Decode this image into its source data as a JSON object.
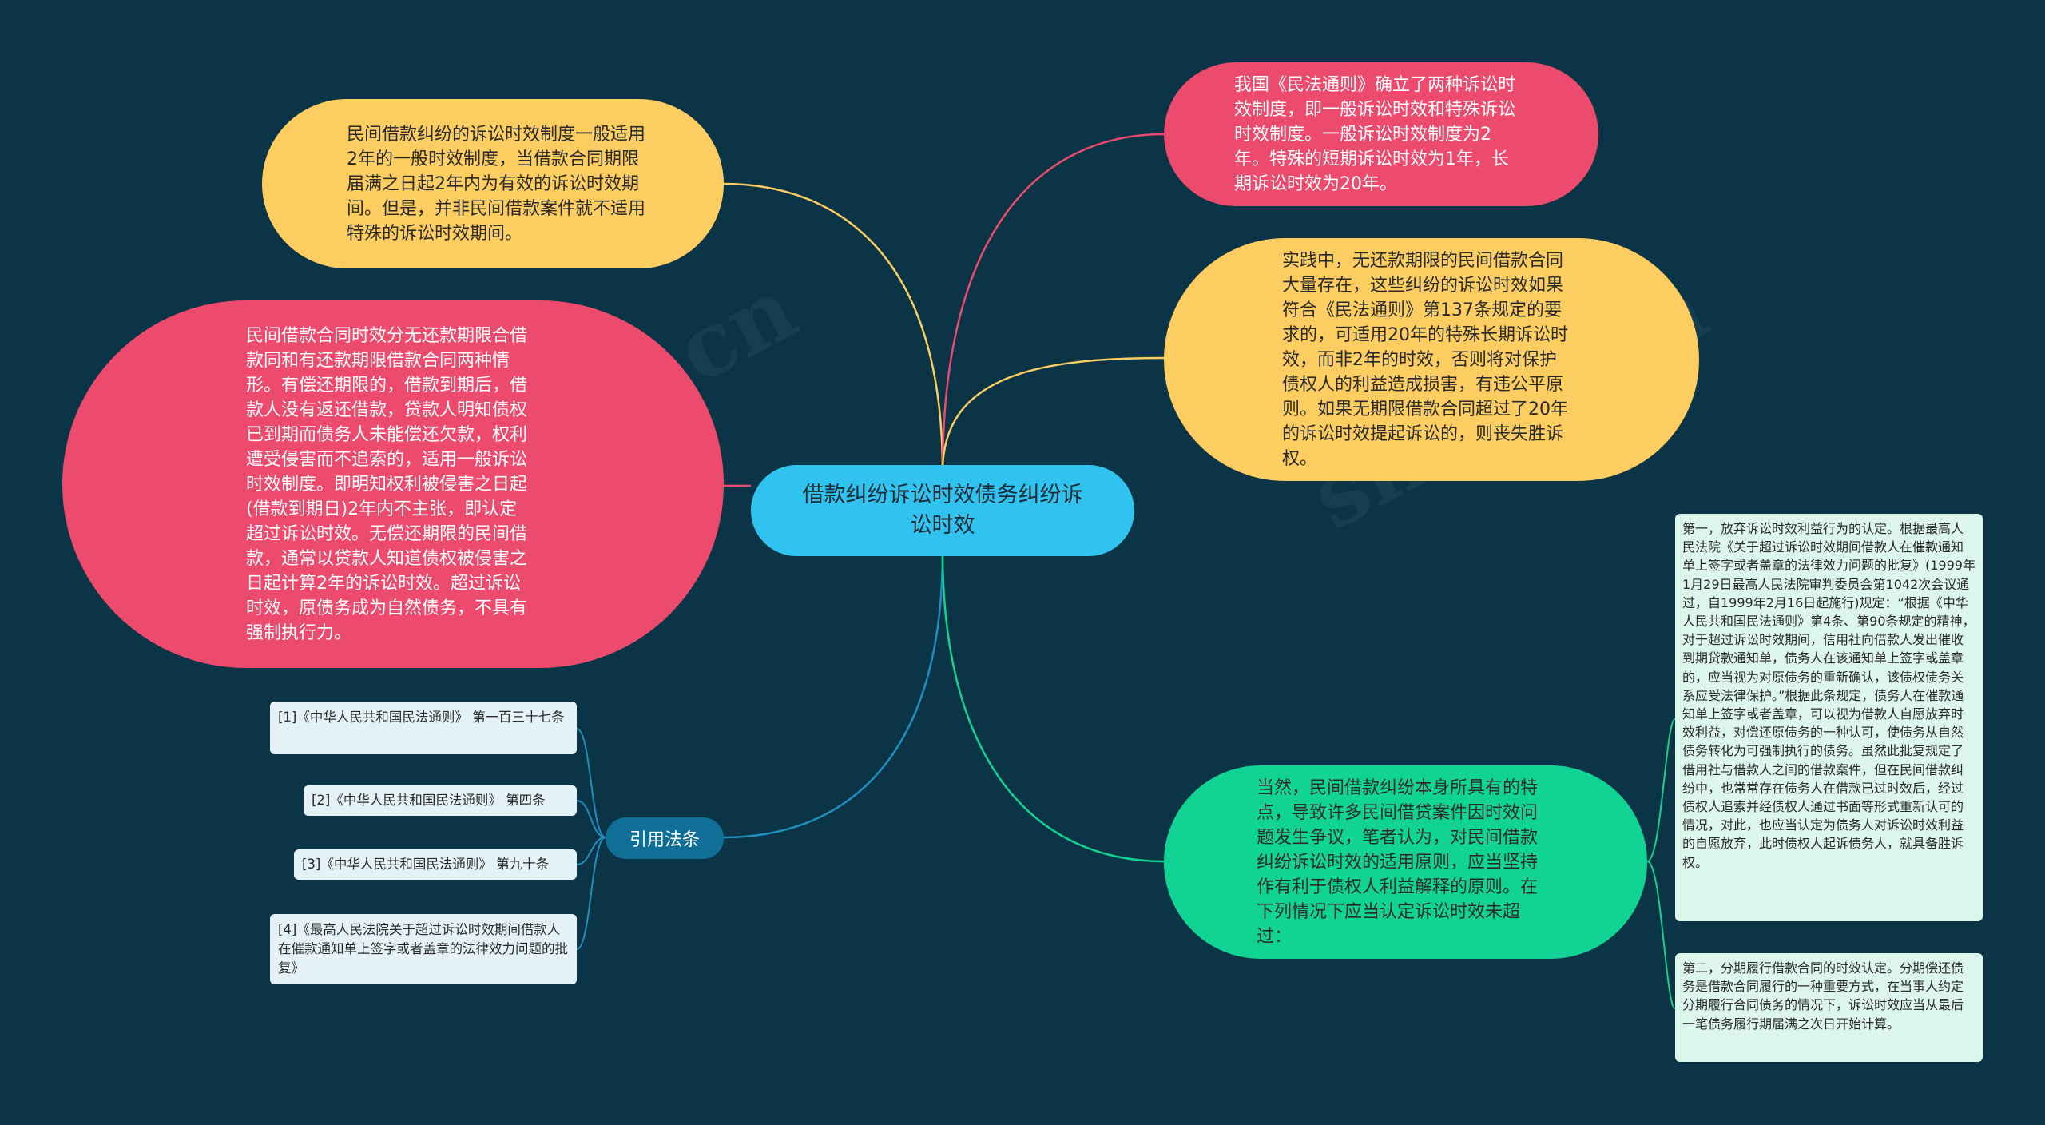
{
  "center": {
    "title": "借款纠纷诉讼时效债务纠纷诉讼时效"
  },
  "left_nodes": {
    "yellow_top": "民间借款纠纷的诉讼时效制度一般适用2年的一般时效制度，当借款合同期限届满之日起2年内为有效的诉讼时效期间。但是，并非民间借款案件就不适用特殊的诉讼时效期间。",
    "pink_big": "民间借款合同时效分无还款期限合借款同和有还款期限借款合同两种情形。有偿还期限的，借款到期后，借款人没有返还借款，贷款人明知债权已到期而债务人未能偿还欠款，权利遭受侵害而不追索的，适用一般诉讼时效制度。即明知权利被侵害之日起(借款到期日)2年内不主张，即认定超过诉讼时效。无偿还期限的民间借款，通常以贷款人知道债权被侵害之日起计算2年的诉讼时效。超过诉讼时效，原债务成为自然债务，不具有强制执行力。"
  },
  "citation": {
    "label": "引用法条",
    "items": [
      "[1]《中华人民共和国民法通则》 第一百三十七条",
      "[2]《中华人民共和国民法通则》 第四条",
      "[3]《中华人民共和国民法通则》 第九十条",
      "[4]《最高人民法院关于超过诉讼时效期间借款人在催款通知单上签字或者盖章的法律效力问题的批复》"
    ]
  },
  "right_nodes": {
    "pink_top": "我国《民法通则》确立了两种诉讼时效制度，即一般诉讼时效和特殊诉讼时效制度。一般诉讼时效制度为2年。特殊的短期诉讼时效为1年，长期诉讼时效为20年。",
    "yellow_mid": "实践中，无还款期限的民间借款合同大量存在，这些纠纷的诉讼时效如果符合《民法通则》第137条规定的要求的，可适用20年的特殊长期诉讼时效，而非2年的时效，否则将对保护债权人的利益造成损害，有违公平原则。如果无期限借款合同超过了20年的诉讼时效提起诉讼的，则丧失胜诉权。",
    "green": "当然，民间借款纠纷本身所具有的特点，导致许多民间借贷案件因时效问题发生争议，笔者认为，对民间借款纠纷诉讼时效的适用原则，应当坚持作有利于债权人利益解释的原则。在下列情况下应当认定诉讼时效未超过：",
    "sub1": "第一，放弃诉讼时效利益行为的认定。根据最高人民法院《关于超过诉讼时效期间借款人在催款通知单上签字或者盖章的法律效力问题的批复》(1999年1月29日最高人民法院审判委员会第1042次会议通过，自1999年2月16日起施行)规定：“根据《中华人民共和国民法通则》第4条、第90条规定的精神，对于超过诉讼时效期间，信用社向借款人发出催收到期贷款通知单，债务人在该通知单上签字或盖章的，应当视为对原债务的重新确认，该债权债务关系应受法律保护。”根据此条规定，债务人在催款通知单上签字或者盖章，可以视为借款人自愿放弃时效利益，对偿还原债务的一种认可，使债务从自然债务转化为可强制执行的债务。虽然此批复规定了借用社与借款人之间的借款案件，但在民间借款纠纷中，也常常存在债务人在借款已过时效后，经过债权人追索并经债权人通过书面等形式重新认可的情况，对此，也应当认定为债务人对诉讼时效利益的自愿放弃，此时债权人起诉债务人，就具备胜诉权。",
    "sub2": "第二，分期履行借款合同的时效认定。分期偿还债务是借款合同履行的一种重要方式，在当事人约定分期履行合同债务的情况下，诉讼时效应当从最后一笔债务履行期届满之次日开始计算。"
  },
  "watermarks": [
    "shutu.cn",
    "shutu.cn"
  ],
  "colors": {
    "background": "#0b3446",
    "center": "#30c3f0",
    "yellow": "#fccd60",
    "pink": "#ec4b6d",
    "green": "#11d394",
    "citation": "#0f6f96",
    "edge_blue": "#1f8fbf"
  }
}
